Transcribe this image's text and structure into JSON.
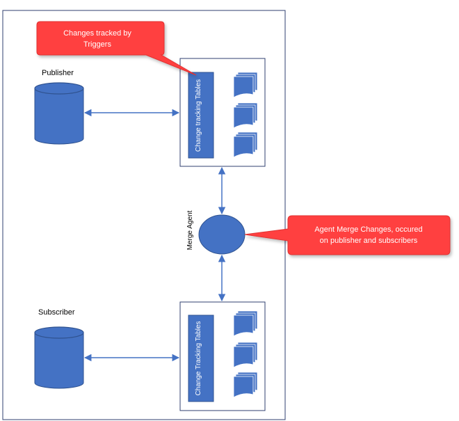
{
  "publisher": {
    "label": "Publisher"
  },
  "subscriber": {
    "label": "Subscriber"
  },
  "publisher_tables": {
    "label": "Change tracking Tables"
  },
  "subscriber_tables": {
    "label": "Change Tracking Tables"
  },
  "merge_agent": {
    "label": "Merge Agent"
  },
  "callout_triggers": {
    "line1": "Changes tracked by",
    "line2": "Triggers"
  },
  "callout_agent": {
    "line1": "Agent Merge Changes, occured",
    "line2": "on publisher and subscribers"
  },
  "colors": {
    "shape_fill": "#4472c4",
    "shape_stroke": "#2f528f",
    "callout_fill": "#ff4040",
    "arrow": "#4472c4",
    "frame": "#2f3f6f"
  }
}
